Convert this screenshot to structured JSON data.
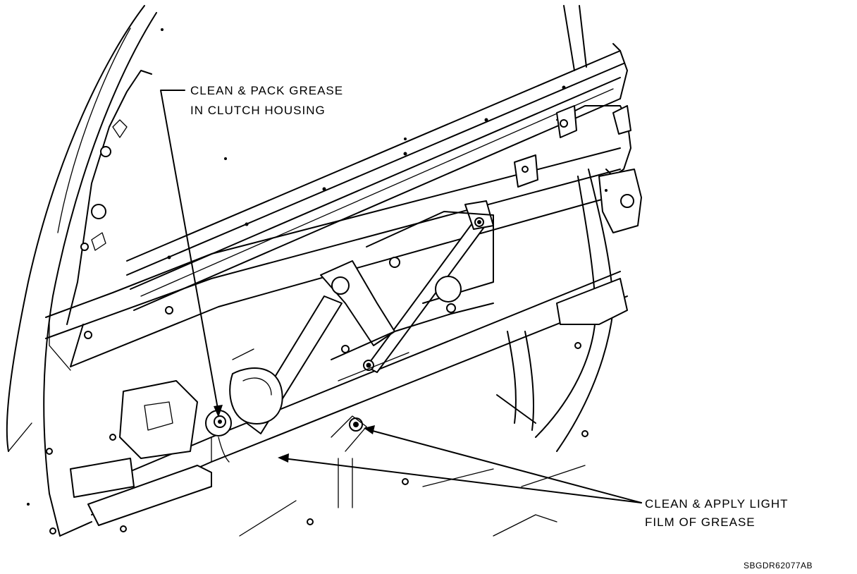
{
  "callouts": [
    {
      "lines": [
        "CLEAN & PACK GREASE",
        "IN CLUTCH HOUSING"
      ]
    },
    {
      "lines": [
        "CLEAN & APPLY LIGHT",
        "FILM OF GREASE"
      ]
    }
  ],
  "figure_code": "SBGDR62077AB"
}
